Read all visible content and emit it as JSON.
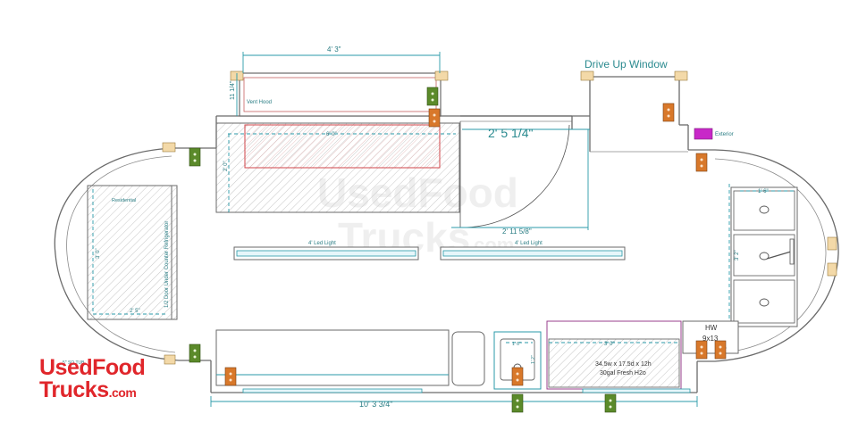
{
  "labels": {
    "dim_hood_width": "4' 3\"",
    "dim_hood_depth": "11 1/4\"",
    "vent_hood": "Vent Hood",
    "dim_counter": "6' 0\"",
    "dim_counter_depth": "2' 0\"",
    "drive_up_window": "Drive Up Window",
    "dim_window": "2' 5 1/4\"",
    "dim_door": "2' 11 5/8\"",
    "exterior": "Exterior",
    "led_light_1": "4' Led Light",
    "led_light_2": "4' Led Light",
    "dim_sink_width": "1' 6\"",
    "dim_sink_height": "3' 2\"",
    "hw": "HW",
    "hw_size": "9x13",
    "tank_dim": "3' 0\"",
    "tank_line1": "34.5w x 17.5d x 12h",
    "tank_line2": "30gal Fresh H2o",
    "small_sink_dim": "1' 6\"",
    "small_sink_height": "1' 2\"",
    "total_length": "10' 3 3/4\"",
    "fridge_dim_h": "3' 0\"",
    "fridge_dim_w": "2' 5\"",
    "fridge_label": "Residential",
    "fridge_label2": "1/2 Door Under Counter Refrigerator",
    "corner_note": "5\" SQ TUB"
  },
  "watermark": {
    "line1": "UsedFood",
    "line2": "Trucks",
    "suffix": ".com"
  },
  "brand": {
    "line1": "UsedFood",
    "line2": "Trucks",
    "suffix": ".com"
  },
  "colors": {
    "outlet_green": "#5b8a2a",
    "outlet_orange": "#d8782a",
    "exterior_magenta": "#c828c8",
    "brand_red": "#e0262b",
    "hood_red": "#d0454a",
    "tank_purple": "#9a3f8c"
  }
}
